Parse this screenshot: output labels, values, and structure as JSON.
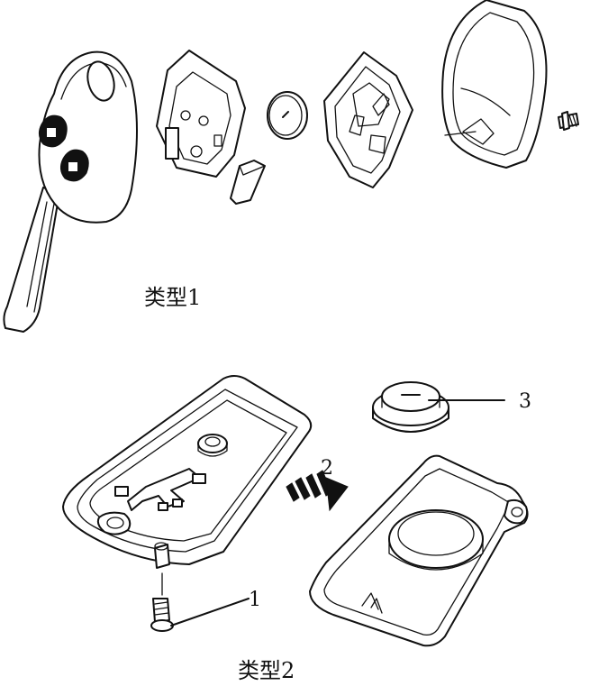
{
  "figure": {
    "type1_caption": "类型1",
    "type2_caption": "类型2",
    "callouts": [
      "1",
      "2",
      "3"
    ]
  },
  "components": {
    "type1": [
      "remote-key-with-blade-icon",
      "circuit-board-icon",
      "battery-cell-icon",
      "rubber-button-pad-icon",
      "inner-housing-icon",
      "rear-case-icon",
      "case-screw-icon"
    ],
    "type2": [
      "housing-lower-icon",
      "screw-icon",
      "housing-upper-icon",
      "coin-battery-icon",
      "separation-arrow-icon"
    ]
  }
}
